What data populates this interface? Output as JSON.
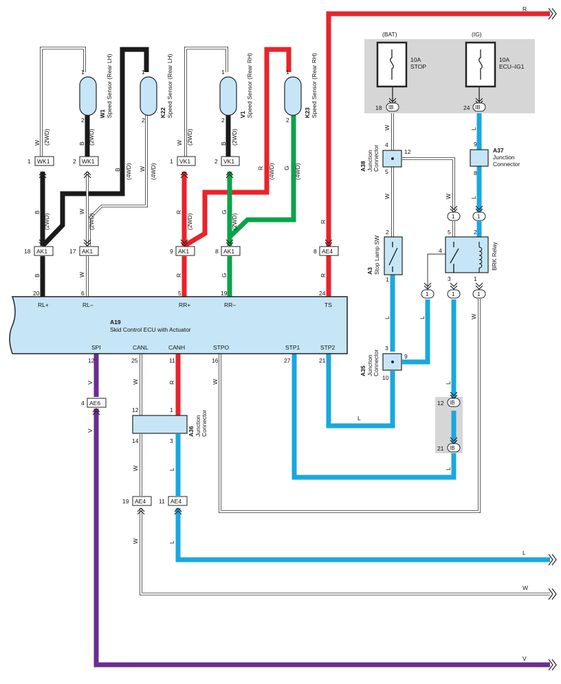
{
  "ecu": {
    "code": "A19",
    "name": "Skid Control ECU with Actuator",
    "top_pins": [
      {
        "num": "20",
        "name": "RL+"
      },
      {
        "num": "6",
        "name": "RL–"
      },
      {
        "num": "5",
        "name": "RR+"
      },
      {
        "num": "19",
        "name": "RR–"
      },
      {
        "num": "24",
        "name": "TS"
      }
    ],
    "bottom_pins": [
      {
        "num": "12",
        "name": "SPI"
      },
      {
        "num": "25",
        "name": "CANL"
      },
      {
        "num": "11",
        "name": "CANH"
      },
      {
        "num": "16",
        "name": "STPO"
      },
      {
        "num": "27",
        "name": "STP1"
      },
      {
        "num": "21",
        "name": "STP2"
      }
    ]
  },
  "sensors": [
    {
      "code": "W1",
      "name": "Speed Sensor (Rear LH)",
      "pin1": "1",
      "pin2": "2"
    },
    {
      "code": "K22",
      "name": "Speed Sensor (Rear LH)",
      "pin1": "1",
      "pin2": "2"
    },
    {
      "code": "V1",
      "name": "Speed Sensor (Rear RH)",
      "pin1": "1",
      "pin2": "2"
    },
    {
      "code": "K23",
      "name": "Speed Sensor (Rear RH)",
      "pin1": "1",
      "pin2": "2"
    }
  ],
  "connectors": {
    "wk1_a": {
      "label": "WK1",
      "pin": "1"
    },
    "wk1_b": {
      "label": "WK1",
      "pin": "2"
    },
    "vk1_a": {
      "label": "VK1",
      "pin": "1"
    },
    "vk1_b": {
      "label": "VK1",
      "pin": "2"
    },
    "ak1_18": {
      "label": "AK1",
      "pin": "18"
    },
    "ak1_17": {
      "label": "AK1",
      "pin": "17"
    },
    "ak1_9": {
      "label": "AK1",
      "pin": "9"
    },
    "ak1_8": {
      "label": "AK1",
      "pin": "8"
    },
    "ae4_8": {
      "label": "AE4",
      "pin": "8"
    },
    "ae6_4": {
      "label": "AE6",
      "pin": "4"
    },
    "ae4_19": {
      "label": "AE4",
      "pin": "19"
    },
    "ae4_11": {
      "label": "AE4",
      "pin": "11"
    },
    "ib_18": {
      "label": "IB",
      "pin": "18"
    },
    "ib_24": {
      "label": "IB",
      "pin": "24"
    },
    "ib_12": {
      "label": "IB",
      "pin": "12"
    },
    "ib_21": {
      "label": "IB",
      "pin": "21"
    },
    "one_label": "1"
  },
  "fuses": [
    {
      "source": "(BAT)",
      "rating": "10A",
      "name": "STOP"
    },
    {
      "source": "(IG)",
      "rating": "10A",
      "name": "ECU–IG1"
    }
  ],
  "junctions": {
    "a38": {
      "code": "A38",
      "name1": "Junction",
      "name2": "Connector",
      "pins": [
        "4",
        "12",
        "5"
      ]
    },
    "a37": {
      "code": "A37",
      "name1": "Junction",
      "name2": "Connector",
      "pins": [
        "9",
        "8"
      ]
    },
    "a35": {
      "code": "A35",
      "name1": "Junction",
      "name2": "Connector",
      "pins": [
        "3",
        "9",
        "10"
      ]
    },
    "a36": {
      "code": "A36",
      "name1": "Junction",
      "name2": "Connector",
      "pins": [
        "12",
        "1",
        "14",
        "3"
      ]
    }
  },
  "stop_lamp_sw": {
    "code": "A3",
    "name": "Stop Lamp SW",
    "pins": [
      "2",
      "1"
    ]
  },
  "brk_relay": {
    "name": "BRK Relay",
    "pins": [
      "5",
      "2",
      "4",
      "3",
      "1"
    ]
  },
  "wire_colors": {
    "B": "B",
    "W": "W",
    "R": "R",
    "G": "G",
    "L": "L",
    "V": "V",
    "2wd": "(2WD)",
    "4wd": "(4WD)"
  },
  "offpage": {
    "R": "R",
    "L": "L",
    "W": "W",
    "V": "V"
  },
  "colors": {
    "red": "#e8232b",
    "black": "#1a1a1a",
    "green": "#0aa34a",
    "blue": "#18a8e0",
    "purple": "#6b2d8e",
    "component_fill": "#c6e6f7",
    "fuse_box": "#d6d6d6"
  }
}
